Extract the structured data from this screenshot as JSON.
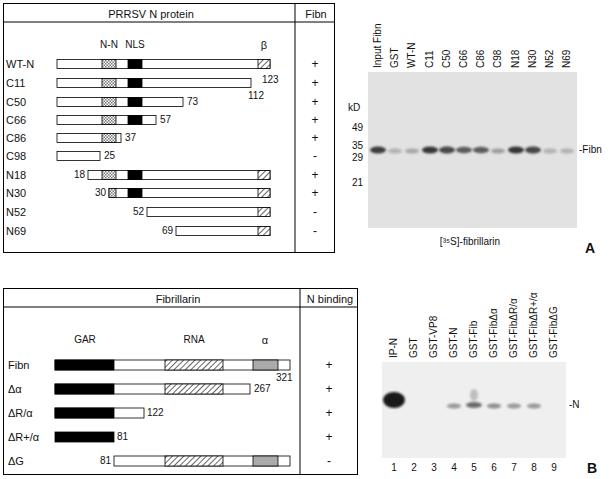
{
  "diagram": {
    "nodes": [
      {
        "text": [
          "PRRSV N protein",
          "Fibn"
        ]
      },
      {
        "text": [
          "Fibrillarin",
          "N binding"
        ]
      }
    ],
    "labels": [
      "N-N",
      "NLS",
      "β",
      "WT-N",
      "C11",
      "C50",
      "C66",
      "C86",
      "C98",
      "N18",
      "N30",
      "N52",
      "N69",
      "123",
      "112",
      "73",
      "57",
      "37",
      "25",
      "18",
      "30",
      "52",
      "69",
      "+",
      "+",
      "+",
      "+",
      "+",
      "-",
      "+",
      "+",
      "-",
      "-",
      "Input Fibn",
      "GST",
      "WT-N",
      "C11",
      "C50",
      "C66",
      "C86",
      "C98",
      "N18",
      "N30",
      "N52",
      "N69",
      "kD",
      "49",
      "35",
      "29",
      "21",
      "-Fibn",
      "[³⁵S]-fibrillarin",
      "A",
      "GAR",
      "RNA",
      "α",
      "Fibn",
      "Δα",
      "ΔR/α",
      "ΔR+/α",
      "ΔG",
      "321",
      "267",
      "122",
      "81",
      "81",
      "+",
      "+",
      "+",
      "+",
      "-",
      "IP-N",
      "GST",
      "GST-VP8",
      "GST-N",
      "GST-Fib",
      "GST-FibΔα",
      "GST-FibΔR/α",
      "GST-FibΔR+/α",
      "GST-FibΔG",
      "1",
      "2",
      "3",
      "4",
      "5",
      "6",
      "7",
      "8",
      "9",
      "-N",
      "B"
    ]
  }
}
